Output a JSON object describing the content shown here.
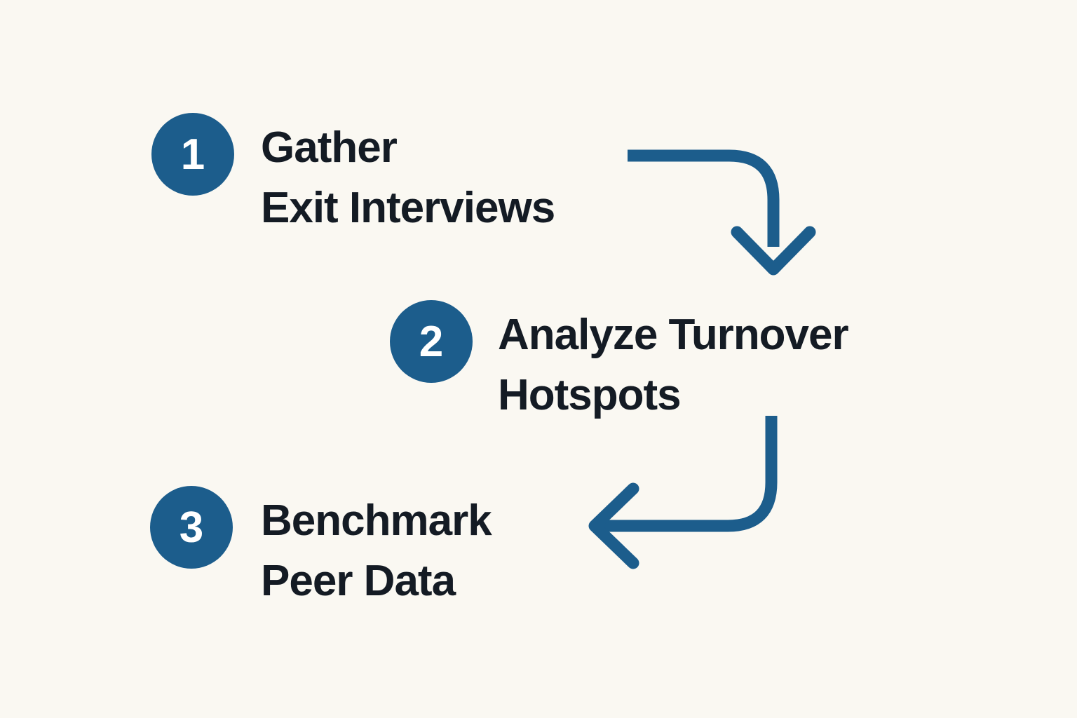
{
  "diagram": {
    "title": "3-step process flow",
    "steps": [
      {
        "number": "1",
        "line1": "Gather",
        "line2": "Exit Interviews"
      },
      {
        "number": "2",
        "line1": "Analyze Turnover",
        "line2": "Hotspots"
      },
      {
        "number": "3",
        "line1": "Benchmark",
        "line2": "Peer Data"
      }
    ],
    "arrows": [
      {
        "name": "curved-arrow-down-icon",
        "from": "step-1",
        "to": "step-2",
        "direction": "right-then-down"
      },
      {
        "name": "curved-arrow-left-icon",
        "from": "step-2",
        "to": "step-3",
        "direction": "down-then-left"
      }
    ],
    "colors": {
      "background": "#FAF8F2",
      "accent": "#1C5D8C",
      "text": "#141B24",
      "badge_number": "#FFFFFF"
    }
  }
}
